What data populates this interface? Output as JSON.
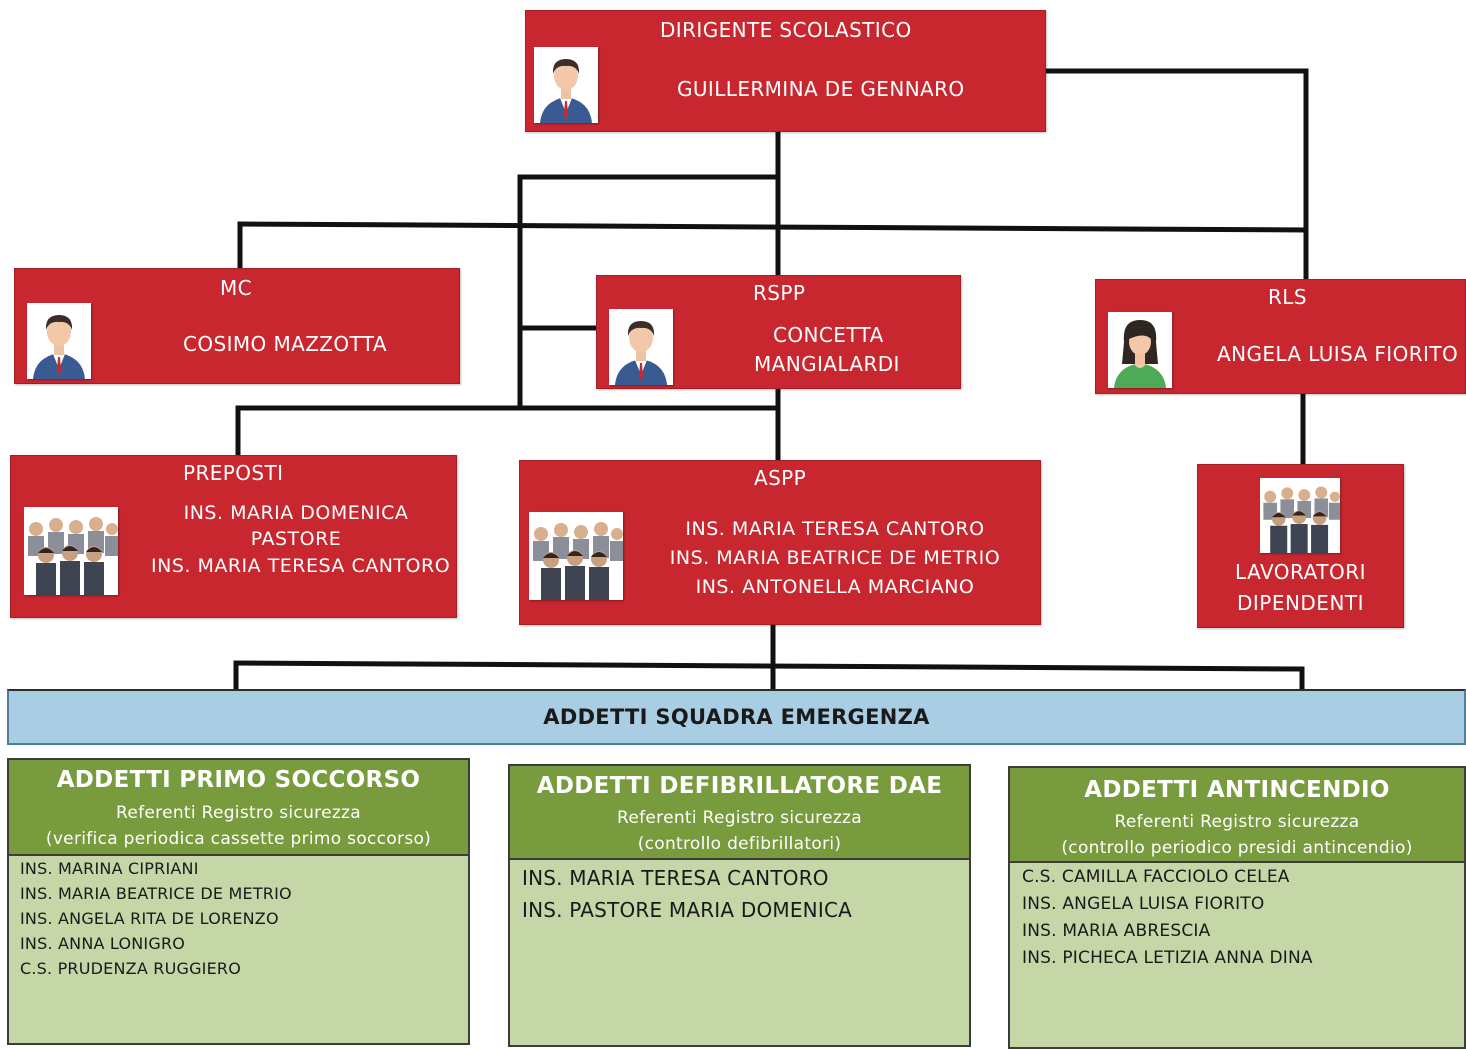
{
  "dirigente": {
    "title": "DIRIGENTE SCOLASTICO",
    "name": "GUILLERMINA DE GENNARO"
  },
  "mc": {
    "title": "MC",
    "name": "COSIMO MAZZOTTA"
  },
  "rspp": {
    "title": "RSPP",
    "name_line1": "CONCETTA",
    "name_line2": "MANGIALARDI"
  },
  "rls": {
    "title": "RLS",
    "name": "ANGELA LUISA FIORITO"
  },
  "preposti": {
    "title": "PREPOSTI",
    "lines": [
      "INS. MARIA DOMENICA",
      "PASTORE",
      "INS. MARIA TERESA CANTORO"
    ]
  },
  "aspp": {
    "title": "ASPP",
    "lines": [
      "INS. MARIA TERESA CANTORO",
      "INS. MARIA BEATRICE DE METRIO",
      "INS. ANTONELLA MARCIANO"
    ]
  },
  "lavoratori": {
    "line1": "LAVORATORI",
    "line2": "DIPENDENTI"
  },
  "emergency_bar": "ADDETTI SQUADRA EMERGENZA",
  "primo_soccorso": {
    "title": "ADDETTI PRIMO SOCCORSO",
    "subtitle1": "Referenti Registro sicurezza",
    "subtitle2": "(verifica periodica cassette primo soccorso)",
    "members": [
      "INS. MARINA CIPRIANI",
      "INS. MARIA BEATRICE DE METRIO",
      "INS. ANGELA RITA DE LORENZO",
      "INS. ANNA LONIGRO",
      "C.S. PRUDENZA RUGGIERO"
    ]
  },
  "defibrillatore": {
    "title": "ADDETTI DEFIBRILLATORE DAE",
    "subtitle1": "Referenti Registro sicurezza",
    "subtitle2": "(controllo defibrillatori)",
    "members": [
      "INS. MARIA TERESA CANTORO",
      "INS. PASTORE MARIA DOMENICA"
    ]
  },
  "antincendio": {
    "title": "ADDETTI ANTINCENDIO",
    "subtitle1": "Referenti Registro  sicurezza",
    "subtitle2": "(controllo periodico presidi antincendio)",
    "members": [
      "C.S. CAMILLA FACCIOLO CELEA",
      "INS.  ANGELA LUISA FIORITO",
      "INS. MARIA ABRESCIA",
      "INS. PICHECA LETIZIA ANNA DINA"
    ]
  },
  "colors": {
    "red_box": "#c8272f",
    "green_header": "#789b3e",
    "green_body": "#c5d6a7",
    "blue_bar": "#a9cde3"
  },
  "icons": {
    "person_male": "male-avatar-icon",
    "person_female": "female-avatar-icon",
    "group": "group-of-people-icon"
  }
}
